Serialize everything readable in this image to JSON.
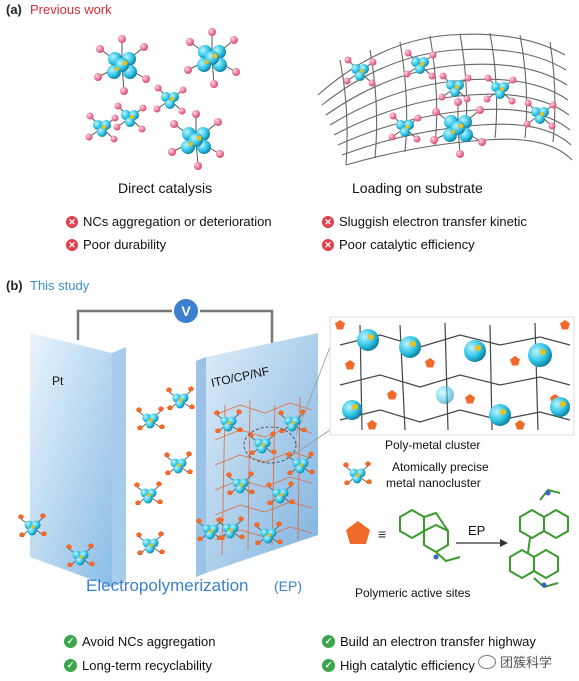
{
  "panel_a": {
    "label": "(a)",
    "title": "Previous work",
    "caption_left": "Direct catalysis",
    "caption_right": "Loading on substrate",
    "cons": [
      "NCs aggregation or deterioration",
      "Sluggish electron transfer kinetic",
      "Poor durability",
      "Poor catalytic efficiency"
    ]
  },
  "panel_b": {
    "label": "(b)",
    "title": "This study",
    "voltmeter": "V",
    "electrode_left": "Pt",
    "electrode_right": "ITO/CP/NF",
    "method": "Electropolymerization",
    "method_abbr": "(EP)",
    "inset_caption": "Poly-metal cluster",
    "legend_cluster_line1": "Atomically precise",
    "legend_cluster_line2": "metal nanocluster",
    "reaction_arrow": "EP",
    "legend_sites": "Polymeric active sites",
    "pros": [
      "Avoid  NCs aggregation",
      "Build an electron transfer highway",
      "Long-term recyclability",
      "High catalytic efficiency"
    ]
  },
  "watermark": "团簇科学",
  "colors": {
    "red_title": "#d42b3a",
    "blue_title": "#3b8fd1",
    "cluster_cyan": "#2ec4e6",
    "cluster_gold": "#e8c21a",
    "ligand_pink": "#e9638a",
    "pentagon_orange": "#f26a2a",
    "carbazole_green": "#3a9a2e",
    "check_green": "#3aa64a",
    "cross_red": "#e0404b"
  }
}
